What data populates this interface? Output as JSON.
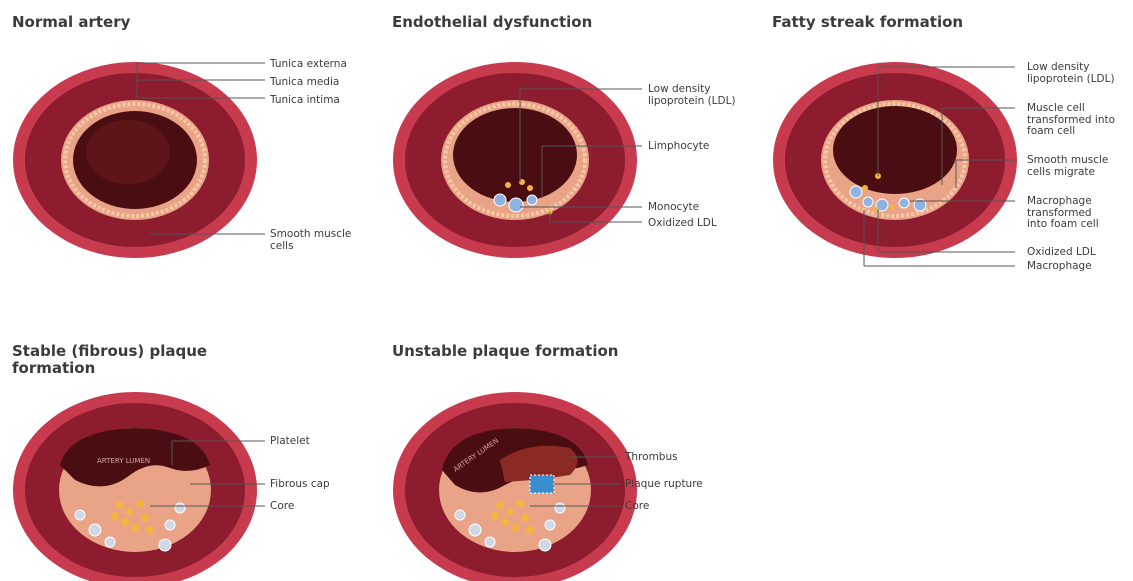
{
  "panels": [
    {
      "title": "Normal artery",
      "labels": [
        "Tunica externa",
        "Tunica media",
        "Tunica intima",
        "Smooth muscle\ncells"
      ]
    },
    {
      "title": "Endothelial dysfunction",
      "labels": [
        "Low density\nlipoprotein (LDL)",
        "Limphocyte",
        "Monocyte",
        "Oxidized LDL"
      ]
    },
    {
      "title": "Fatty streak formation",
      "labels": [
        "Low density\nlipoprotein (LDL)",
        "Muscle cell\ntransformed into\nfoam cell",
        "Smooth muscle\ncells migrate",
        "Macrophage\ntransformed\ninto foam cell",
        "Oxidized LDL",
        "Macrophage"
      ]
    },
    {
      "title": "Stable (fibrous) plaque\nformation",
      "lumen_text": "ARTERY LUMEN",
      "labels": [
        "Platelet",
        "Fibrous cap",
        "Core"
      ]
    },
    {
      "title": "Unstable plaque formation",
      "lumen_text": "ARTERY LUMEN",
      "labels": [
        "Thrombus",
        "Plaque rupture",
        "Core"
      ]
    }
  ],
  "colors": {
    "externa": "#c83a4e",
    "media": "#8c1c2e",
    "intima": "#e9a487",
    "lumen": "#4a0e12",
    "ldl": "#f5b342",
    "cell": "#8fb3e0"
  }
}
